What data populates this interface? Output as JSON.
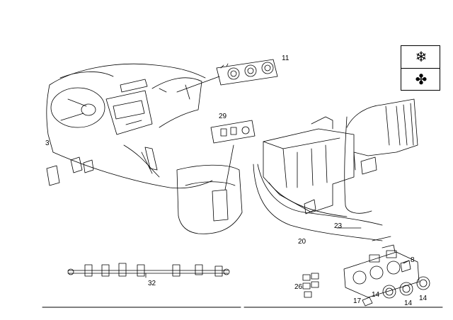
{
  "callouts": {
    "c11": "11",
    "c29": "29",
    "c23": "23",
    "c20": "20",
    "c8": "8",
    "c32": "32",
    "c26": "26",
    "c14a": "14",
    "c14b": "14",
    "c14c": "14",
    "c17": "17",
    "c3": "3"
  },
  "legend": {
    "top_icon": "snowflake-icon",
    "bottom_icon": "fan-icon",
    "top_glyph": "❄",
    "bottom_glyph": "✤"
  }
}
